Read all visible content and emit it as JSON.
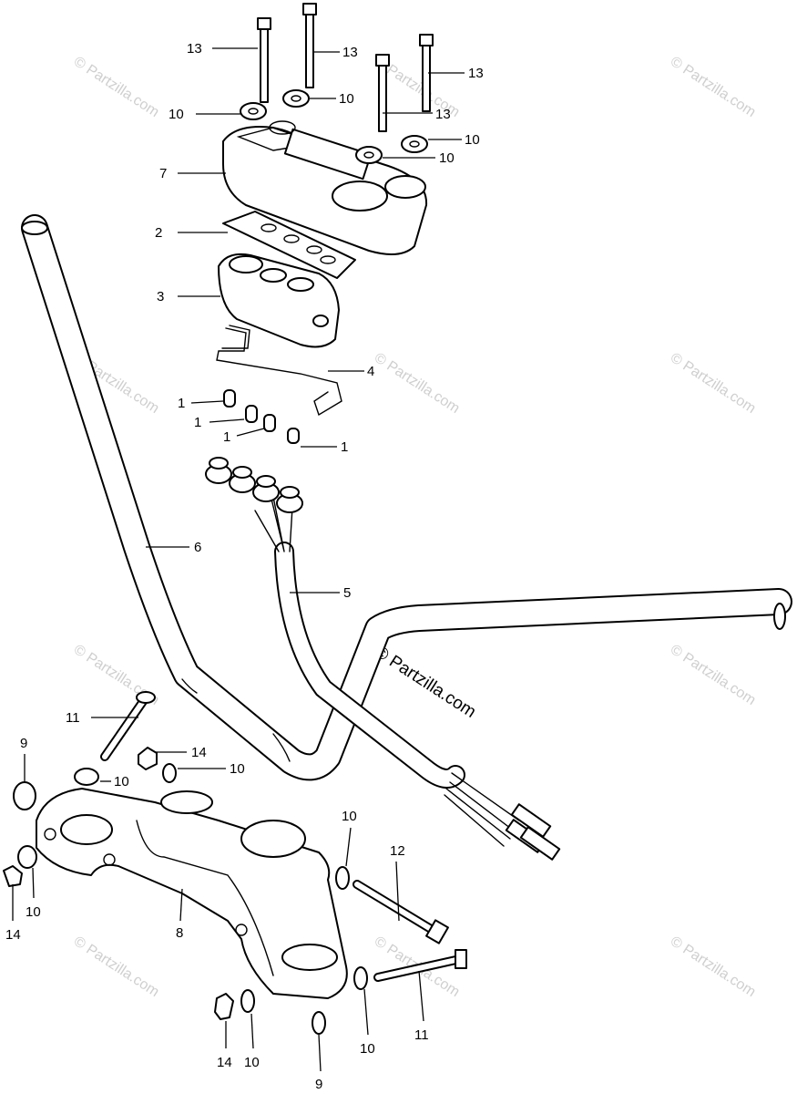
{
  "watermark": {
    "text": "© Partzilla.com",
    "main_text": "© Partzilla.com"
  },
  "callouts": {
    "c13a": "13",
    "c13b": "13",
    "c13c": "13",
    "c13d": "13",
    "c10a": "10",
    "c10b": "10",
    "c10c": "10",
    "c10d": "10",
    "c7": "7",
    "c2": "2",
    "c3": "3",
    "c4": "4",
    "c1a": "1",
    "c1b": "1",
    "c1c": "1",
    "c1d": "1",
    "c6": "6",
    "c5": "5",
    "c11a": "11",
    "c9a": "9",
    "c14a": "14",
    "c10e": "10",
    "c10f": "10",
    "c10g": "10",
    "c14b": "14",
    "c12": "12",
    "c8": "8",
    "c10h": "10",
    "c11b": "11",
    "c14c": "14",
    "c10i": "10",
    "c9b": "9",
    "c10j": "10"
  }
}
